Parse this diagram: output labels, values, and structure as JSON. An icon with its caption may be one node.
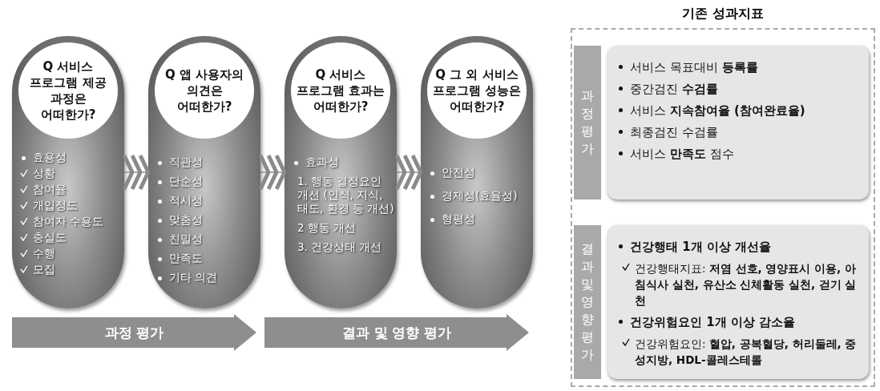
{
  "diagram": {
    "nodes": [
      {
        "text": [
          "효용성",
          "상황",
          "참여율",
          "개입정도",
          "참여자 수용도",
          "충실도",
          "수행",
          "모집"
        ]
      },
      {
        "text": [
          "Q 서비스 프로그램 제공 과정은 어떠한가?"
        ],
        "in": 0
      },
      {
        "text": [
          "직관성",
          "단순성",
          "적시성",
          "맞춤성",
          "친밀성",
          "만족도",
          "기타 의견"
        ]
      },
      {
        "text": [
          "Q 앱 사용자의 의견은 어떠한가?"
        ],
        "in": 2
      },
      {
        "text": [
          "효과성",
          "1. 행동 결정요인 개선 (인식, 지식, 태도, 환경 등 개선)",
          "2 행동 개선",
          "3. 건강상태 개선"
        ]
      },
      {
        "text": [
          "Q 서비스 프로그램 효과는 어떠한가?"
        ],
        "in": 4
      },
      {
        "text": [
          "안전성",
          "경제성(효율성)",
          "형평성"
        ]
      },
      {
        "text": [
          "Q 그 외 서비스 프로그램 성능은 어떠한가?"
        ],
        "in": 6
      },
      {
        "text": [
          "과정 평가"
        ]
      },
      {
        "text": [
          "결과 및 영향 평가"
        ]
      },
      {
        "text": [
          "기존 성과지표"
        ]
      },
      {
        "text": [
          "과정평가"
        ],
        "in": 10
      },
      {
        "text": [
          "서비스 목표대비 **등록률**",
          "중간검진 **수검률**",
          "서비스 **지속참여율 (참여완료율)**",
          "최종검진 수검률",
          "서비스 **만족도** 점수"
        ],
        "in": 10
      },
      {
        "text": [
          "결과및영향평가"
        ],
        "in": 10
      },
      {
        "text": [
          "건강행태 1개 이상 개선율",
          "건강행태지표: **저염 선호, 영양표시 이용, 아침식사 실천, 유산소 신체활동 실천, 걷기 실천**",
          "건강위험요인 1개 이상 감소율",
          "건강위험요인: **혈압, 공복혈당, 허리둘레, 중성지방, HDL-콜레스테롤**"
        ],
        "in": 10
      }
    ],
    "edges": [
      {
        "from": 0,
        "to": 2,
        "arrow": "to"
      },
      {
        "from": 2,
        "to": 4,
        "arrow": "to"
      },
      {
        "from": 4,
        "to": 6,
        "arrow": "to"
      }
    ]
  }
}
